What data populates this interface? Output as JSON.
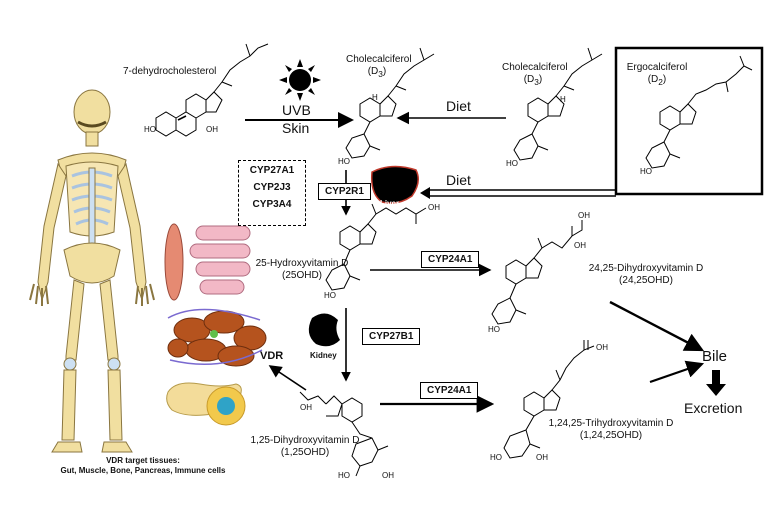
{
  "compounds": {
    "dehydrocholesterol": "7-dehydrocholesterol",
    "chole_center_name": "Cholecalciferol",
    "chole_center_sub": "(D",
    "chole_right_name": "Cholecalciferol",
    "chole_right_sub": "(D",
    "ergo_name": "Ergocalciferol",
    "ergo_sub": "(D",
    "d3_sub": "3",
    "d2_sub": "2",
    "close_paren": ")",
    "hydroxy25": "25-Hydroxyvitamin D",
    "hydroxy25_abbr": "(25OHD)",
    "dihydroxy2425": "24,25-Dihydroxyvitamin D",
    "dihydroxy2425_abbr": "(24,25OHD)",
    "dihydroxy125": "1,25-Dihydroxyvitamin D",
    "dihydroxy125_abbr": "(1,25OHD)",
    "trihydroxy": "1,24,25-Trihydroxyvitamin D",
    "trihydroxy_abbr": "(1,24,25OHD)"
  },
  "labels": {
    "uvb": "UVB",
    "skin": "Skin",
    "diet_top": "Diet",
    "diet_bottom": "Diet",
    "liver": "Liver",
    "kidney": "Kidney",
    "vdr": "VDR",
    "bile": "Bile",
    "excretion": "Excretion",
    "target_title": "VDR target tissues:",
    "target_list": "Gut, Muscle, Bone, Pancreas, Immune cells"
  },
  "enzymes": {
    "cyp27a1": "CYP27A1",
    "cyp2j3": "CYP2J3",
    "cyp3a4": "CYP3A4",
    "cyp2r1": "CYP2R1",
    "cyp24a1_top": "CYP24A1",
    "cyp27b1": "CYP27B1",
    "cyp24a1_bottom": "CYP24A1"
  },
  "atoms": {
    "ho": "HO",
    "h": "H",
    "oh": "OH"
  },
  "colors": {
    "bone": "#f1dfa0",
    "bone_stroke": "#8a7640",
    "ribs_blue": "#a9c3e0",
    "muscle": "#e58a72",
    "gut": "#f2b8c6",
    "protein": "#b5531e",
    "pancreas": "#f3dc9a",
    "immune_outer": "#f2c94c",
    "immune_inner": "#2fa3c7"
  },
  "icons": [
    "sun-icon",
    "liver-icon",
    "kidney-icon",
    "skeleton-icon",
    "muscle-icon",
    "gut-icon",
    "vdr-protein-icon",
    "pancreas-icon",
    "immune-cell-icon"
  ]
}
